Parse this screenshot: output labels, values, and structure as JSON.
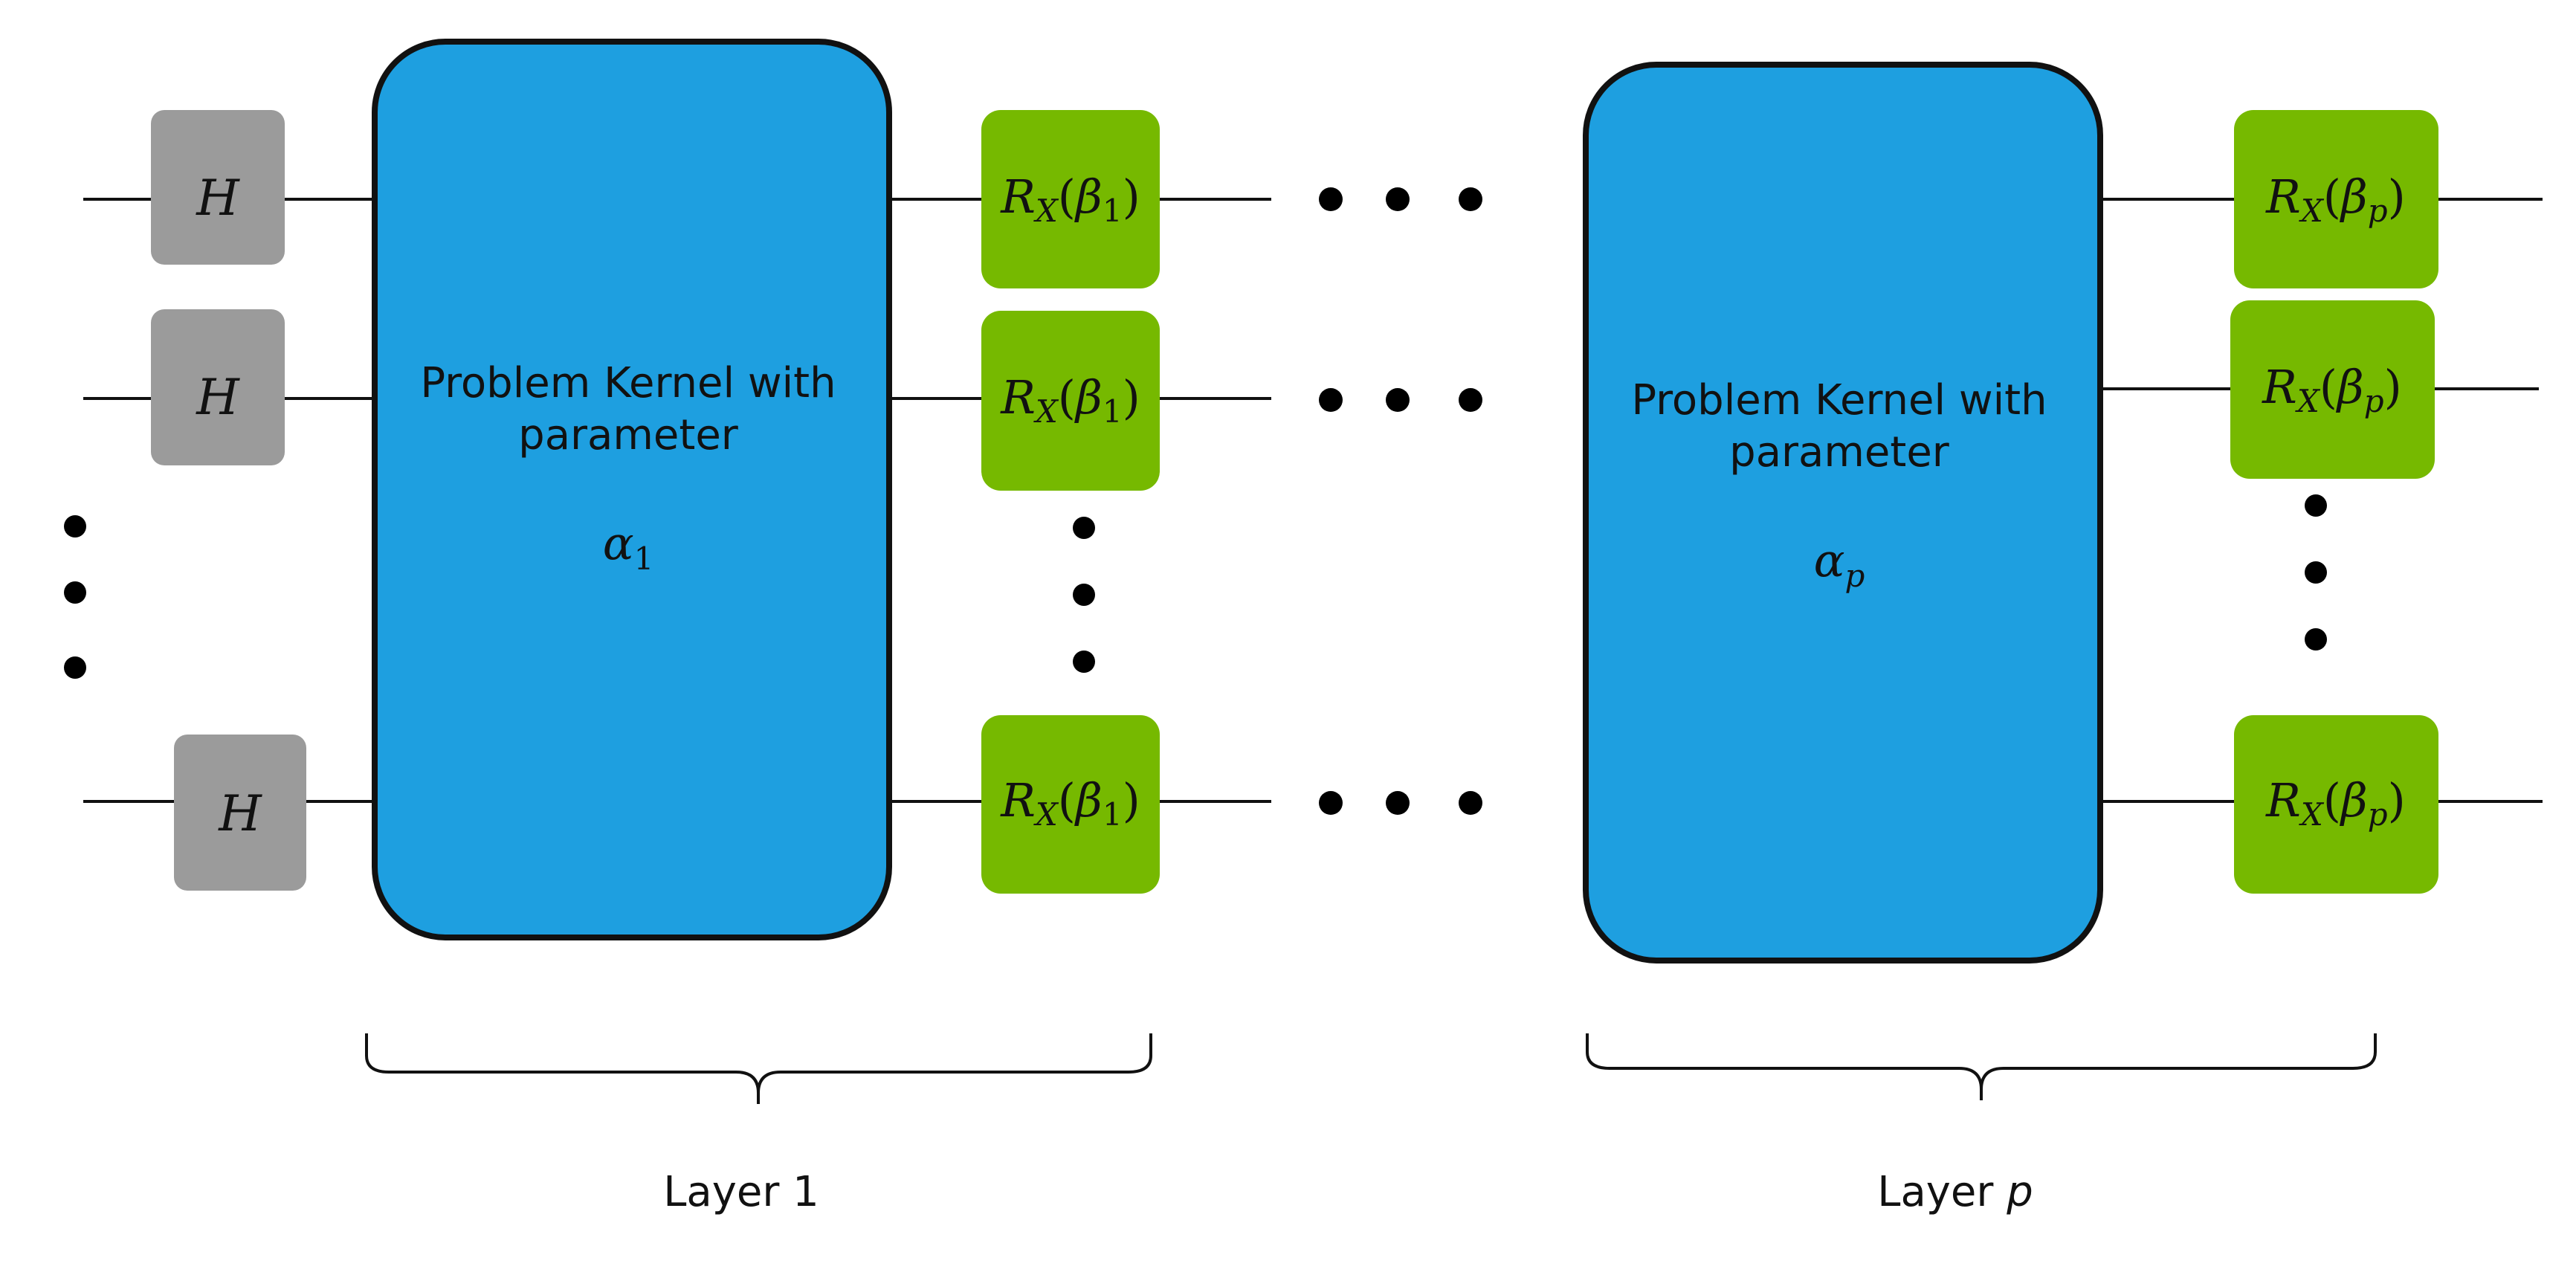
{
  "colors": {
    "kernel_fill": "#1e9fe0",
    "kernel_stroke": "#111111",
    "h_gate_fill": "#9b9b9b",
    "rx_gate_fill": "#76b900",
    "wire": "#111111",
    "dots": "#000000"
  },
  "hadamard": {
    "label": "H"
  },
  "layers": [
    {
      "kernel_text_line1": "Problem Kernel with",
      "kernel_text_line2": "parameter",
      "alpha_symbol": "α",
      "alpha_sub": "1",
      "rx": {
        "r": "R",
        "r_sub": "X",
        "open": "(",
        "beta": "β",
        "beta_sub": "1",
        "close": ")"
      },
      "label_text": "Layer ",
      "label_var": "1"
    },
    {
      "kernel_text_line1": "Problem Kernel with",
      "kernel_text_line2": "parameter",
      "alpha_symbol": "α",
      "alpha_sub": "p",
      "rx": {
        "r": "R",
        "r_sub": "X",
        "open": "(",
        "beta": "β",
        "beta_sub": "p",
        "close": ")"
      },
      "label_text": "Layer ",
      "label_var": "p"
    }
  ]
}
